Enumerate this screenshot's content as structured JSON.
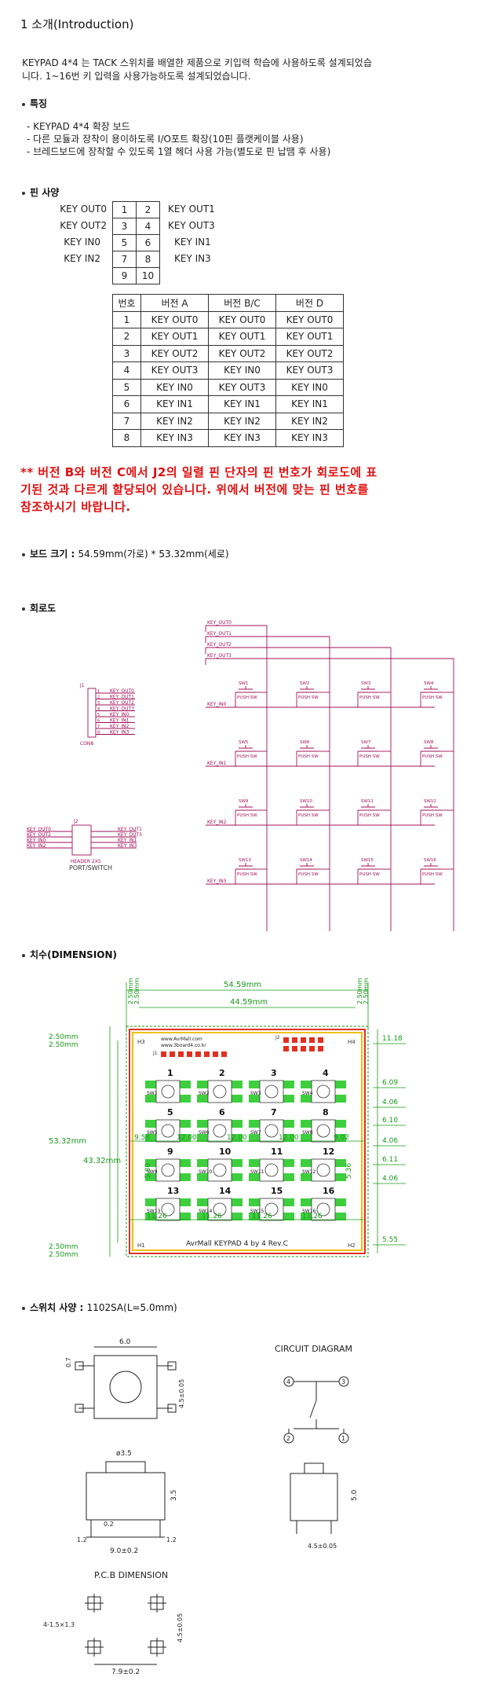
{
  "title": "1 소개(Introduction)",
  "intro": {
    "line1": "KEYPAD 4*4 는 TACK 스위치를 배열한 제품으로 키입력 학습에 사용하도록 설계되었습",
    "line2": "니다. 1~16번 키 입력을 사용가능하도록 설계되었습니다."
  },
  "features": {
    "heading": "특징",
    "items": [
      "- KEYPAD 4*4 확장 보드",
      "- 다른 모듈과 장착이 용이하도록 I/O포트 확장(10핀 플랫케이블 사용)",
      "- 브레드보드에 장착할 수 있도록 1열 헤더 사용 가능(별도로 핀 납땜 후 사용)"
    ]
  },
  "pins": {
    "heading": "핀 사양",
    "left_labels": [
      "KEY OUT0",
      "KEY OUT2",
      "KEY IN0",
      "KEY IN2",
      ""
    ],
    "grid": [
      [
        "1",
        "2"
      ],
      [
        "3",
        "4"
      ],
      [
        "5",
        "6"
      ],
      [
        "7",
        "8"
      ],
      [
        "9",
        "10"
      ]
    ],
    "right_labels": [
      "KEY OUT1",
      "KEY OUT3",
      "KEY IN1",
      "KEY IN3",
      ""
    ]
  },
  "version_table": {
    "headers": [
      "번호",
      "버전 A",
      "버전 B/C",
      "버전 D"
    ],
    "rows": [
      [
        "1",
        "KEY OUT0",
        "KEY OUT0",
        "KEY OUT0"
      ],
      [
        "2",
        "KEY OUT1",
        "KEY OUT1",
        "KEY OUT1"
      ],
      [
        "3",
        "KEY OUT2",
        "KEY OUT2",
        "KEY OUT2"
      ],
      [
        "4",
        "KEY OUT3",
        "KEY IN0",
        "KEY OUT3"
      ],
      [
        "5",
        "KEY IN0",
        "KEY OUT3",
        "KEY IN0"
      ],
      [
        "6",
        "KEY IN1",
        "KEY IN1",
        "KEY IN1"
      ],
      [
        "7",
        "KEY IN2",
        "KEY IN2",
        "KEY IN2"
      ],
      [
        "8",
        "KEY IN3",
        "KEY IN3",
        "KEY IN3"
      ]
    ]
  },
  "warning": {
    "line1": "** 버전 B와 버전 C에서 J2의 일렬 핀 단자의 핀 번호가 회로도에 표",
    "line2": "기된 것과 다르게 할당되어 있습니다. 위에서 버전에 맞는 핀 번호를",
    "line3": "참조하시기 바랍니다."
  },
  "board_size": {
    "label": "보드 크기 :",
    "value": "54.59mm(가로) * 53.32mm(세로)"
  },
  "schematic": {
    "heading": "회로도",
    "out_nets": [
      "KEY_OUT0",
      "KEY_OUT1",
      "KEY_OUT2",
      "KEY_OUT3"
    ],
    "in_nets": [
      "KEY_IN0",
      "KEY_IN1",
      "KEY_IN2",
      "KEY_IN3"
    ],
    "switch_label": "PUSH SW",
    "j1_label": "J1",
    "j1_footer": "CON8",
    "j1_pins": [
      "KEY_OUT0",
      "KEY_OUT1",
      "KEY_OUT2",
      "KEY_OUT3",
      "KEY_IN0",
      "KEY_IN1",
      "KEY_IN2",
      "KEY_IN3"
    ],
    "j2_label": "J2",
    "j2_footer": "HEADER 2X5",
    "j2_caption": "PORT/SWITCH",
    "j2_left": [
      "KEY_OUT0",
      "KEY_OUT2",
      "KEY_IN0",
      "KEY_IN2"
    ],
    "j2_right": [
      "KEY_OUT1",
      "KEY_OUT3",
      "KEY_IN1",
      "KEY_IN3"
    ]
  },
  "dimension": {
    "heading": "치수(DIMENSION)",
    "width_outer": "54.59mm",
    "width_inner": "44.59mm",
    "height_outer": "53.32mm",
    "height_inner": "43.32mm",
    "margin": "2.50mm",
    "right_dims": [
      "11.18",
      "6.09",
      "4.06",
      "6.10",
      "4.06",
      "6.11",
      "4.06",
      "5.55"
    ],
    "h_pitch": [
      "9.58",
      "12.00",
      "12.00",
      "12.00",
      "9.02"
    ],
    "h_gap": [
      "11.26",
      "11.26",
      "11.26",
      "11.26"
    ],
    "v_left": "5.80",
    "v_right": "5.36",
    "key_numbers": [
      "1",
      "2",
      "3",
      "4",
      "5",
      "6",
      "7",
      "8",
      "9",
      "10",
      "11",
      "12",
      "13",
      "14",
      "15",
      "16"
    ],
    "board_title": "AvrMall KEYPAD 4 by 4 Rev.C",
    "site_line1": "www.AvrMall.com",
    "site_line2": "www.3board4.co.kr",
    "h1": "H1",
    "h2": "H2",
    "h3": "H3",
    "h4": "H4",
    "j1": "J1",
    "j2": "J2"
  },
  "switch_spec": {
    "heading": "스위치 사양 :",
    "model": "1102SA(L=5.0mm)",
    "circuit_title": "CIRCUIT DIAGRAM",
    "pcb_title": "P.C.B DIMENSION",
    "dims": {
      "top_width": "6.0",
      "side_small": "0.7",
      "pin_spacing": "4.5±0.05",
      "knob": "ø3.5",
      "height": "3.5",
      "base_offset": "0.2",
      "lead": "1.2",
      "body_width": "9.0±0.2",
      "side_height": "5.0",
      "side_width": "4.5±0.05",
      "hole": "4-1.5×1.3",
      "pcb_vert": "4.5±0.05",
      "pcb_horiz": "7.9±0.2"
    },
    "pins": [
      "4",
      "3",
      "2",
      "1"
    ]
  },
  "colors": {
    "schematic": "#a0105a",
    "warning": "#e01010",
    "dim_green": "#1a9a1a",
    "pcb_red": "#e03020",
    "pad_green": "#3ecf3e"
  }
}
